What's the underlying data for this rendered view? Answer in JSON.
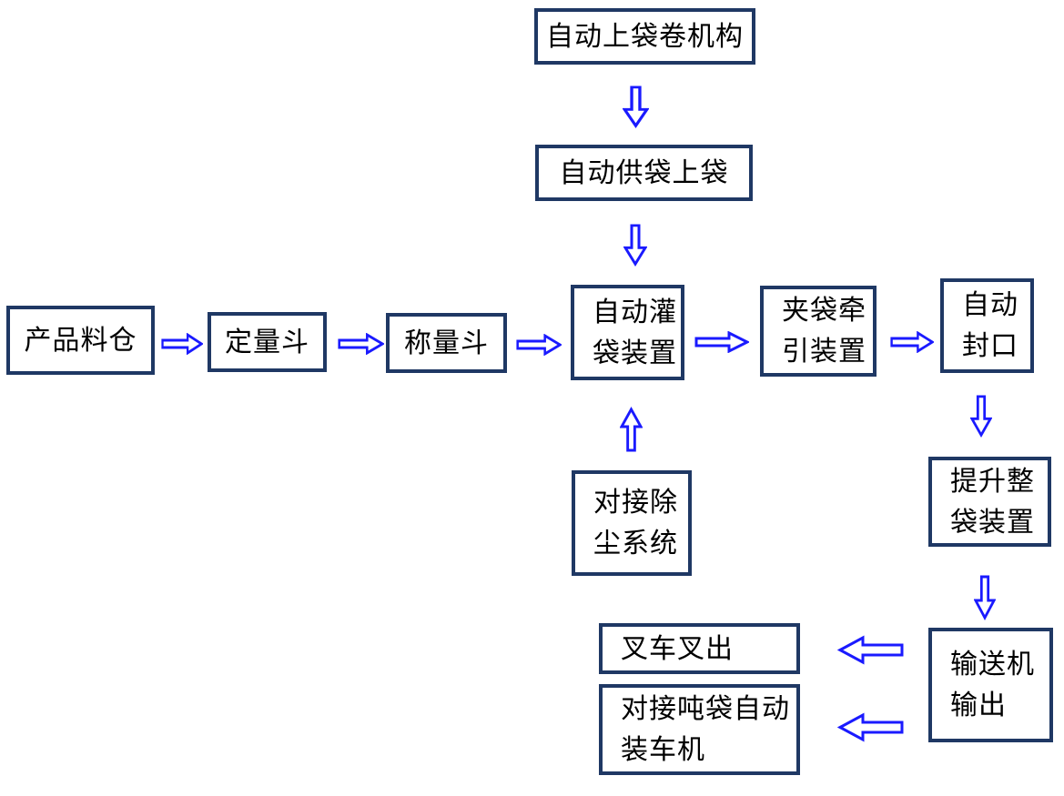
{
  "diagram": {
    "type": "flowchart",
    "background": "#ffffff"
  },
  "colors": {
    "box_border": "#1f3864",
    "arrow_stroke": "#1a1aff",
    "arrow_fill": "#ffffff",
    "text": "#000000"
  },
  "nodes": {
    "auto_bag_roll": {
      "label": "自动上袋卷机构"
    },
    "auto_bag_supply": {
      "label": "自动供袋上袋"
    },
    "product_silo": {
      "label": "产品料仓"
    },
    "dosing_hopper": {
      "label": "定量斗"
    },
    "weighing_hopper": {
      "label": "称量斗"
    },
    "auto_filling": {
      "label": "自动灌\n袋装置"
    },
    "bag_clamp": {
      "label": "夹袋牵\n引装置"
    },
    "auto_sealing": {
      "label": "自动\n封口"
    },
    "dust_removal": {
      "label": "对接除\n尘系统"
    },
    "bag_lifting": {
      "label": "提升整\n袋装置"
    },
    "conveyor_output": {
      "label": "输送机\n输出"
    },
    "forklift_out": {
      "label": "叉车叉出"
    },
    "ton_bag_loader": {
      "label": "对接吨袋自动\n装车机"
    }
  },
  "edges": [
    {
      "from": "auto_bag_roll",
      "to": "auto_bag_supply",
      "direction": "down"
    },
    {
      "from": "auto_bag_supply",
      "to": "auto_filling",
      "direction": "down"
    },
    {
      "from": "product_silo",
      "to": "dosing_hopper",
      "direction": "right"
    },
    {
      "from": "dosing_hopper",
      "to": "weighing_hopper",
      "direction": "right"
    },
    {
      "from": "weighing_hopper",
      "to": "auto_filling",
      "direction": "right"
    },
    {
      "from": "auto_filling",
      "to": "bag_clamp",
      "direction": "right"
    },
    {
      "from": "bag_clamp",
      "to": "auto_sealing",
      "direction": "right"
    },
    {
      "from": "dust_removal",
      "to": "auto_filling",
      "direction": "up"
    },
    {
      "from": "auto_sealing",
      "to": "bag_lifting",
      "direction": "down"
    },
    {
      "from": "bag_lifting",
      "to": "conveyor_output",
      "direction": "down"
    },
    {
      "from": "conveyor_output",
      "to": "forklift_out",
      "direction": "left"
    },
    {
      "from": "conveyor_output",
      "to": "ton_bag_loader",
      "direction": "left"
    }
  ]
}
